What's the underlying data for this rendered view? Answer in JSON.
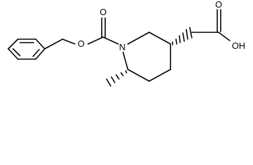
{
  "molecule": {
    "atom_labels": {
      "ring_nitrogen": "N",
      "ester_oxygen": "O",
      "carbamate_carbonyl_oxygen": "O",
      "acid_carbonyl_oxygen": "O",
      "acid_hydroxyl": "OH"
    },
    "stereo_bonds": [
      "hashed-wedge",
      "hashed-wedge"
    ],
    "colors": {
      "bond": "#000000",
      "label": "#000000",
      "background": "#ffffff"
    }
  }
}
